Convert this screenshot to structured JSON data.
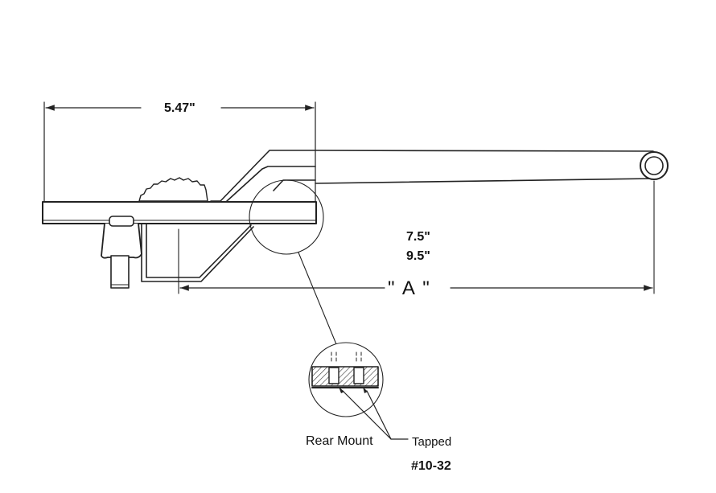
{
  "dimensions": {
    "top_width": "5.47\"",
    "length_option_1": "7.5\"",
    "length_option_2": "9.5\"",
    "length_symbol": "\" A \""
  },
  "callouts": {
    "rear_mount": "Rear Mount",
    "tapped": "Tapped",
    "thread_size": "#10-32"
  },
  "colors": {
    "line": "#222222",
    "background": "#ffffff"
  }
}
